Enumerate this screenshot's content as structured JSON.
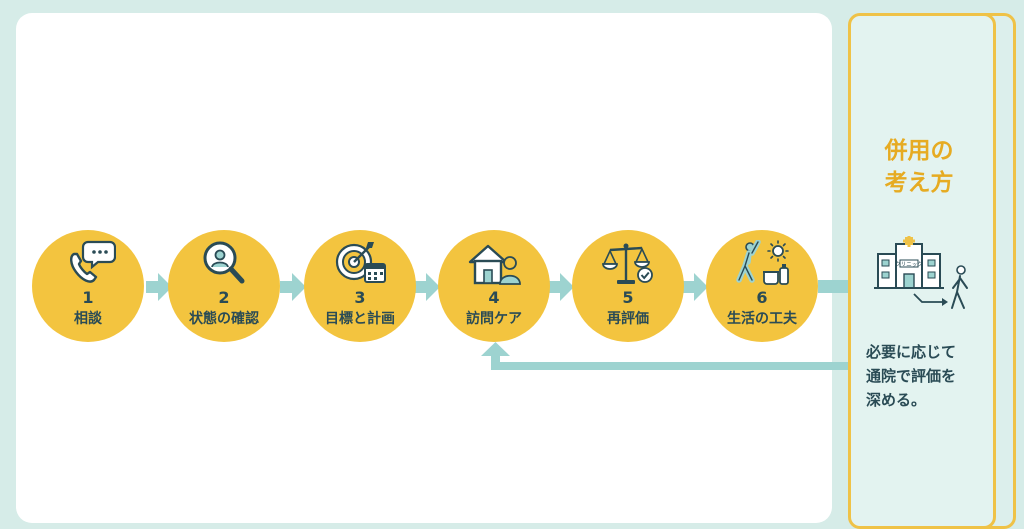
{
  "steps": [
    {
      "num": "1",
      "label": "相談",
      "icon": "phone-chat-icon"
    },
    {
      "num": "2",
      "label": "状態の確認",
      "icon": "magnifier-person-icon"
    },
    {
      "num": "3",
      "label": "目標と計画",
      "icon": "target-calendar-icon"
    },
    {
      "num": "4",
      "label": "訪問ケア",
      "icon": "home-caregiver-icon"
    },
    {
      "num": "5",
      "label": "再評価",
      "icon": "balance-scale-icon"
    },
    {
      "num": "6",
      "label": "生活の工夫",
      "icon": "stretch-daily-life-icon"
    }
  ],
  "side": {
    "title_line1": "併用の",
    "title_line2": "考え方",
    "clinic_sign": "クリニック",
    "text_line1": "必要に応じて",
    "text_line2": "通院で評価を",
    "text_line3": "深める。"
  },
  "colors": {
    "background": "#d6ece8",
    "circle": "#f3c43f",
    "arrow": "#9dd3d0",
    "text": "#2a4b55",
    "accent": "#e6ab22"
  }
}
